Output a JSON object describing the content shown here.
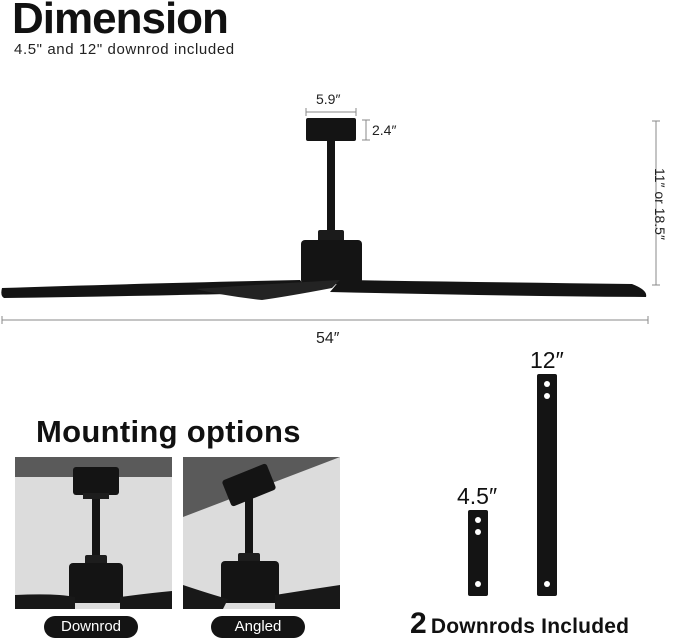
{
  "header": {
    "title": "Dimension",
    "subtitle": "4.5\" and 12\" downrod included"
  },
  "diagram": {
    "canopy_width": "5.9″",
    "canopy_height": "2.4″",
    "drop_height": "11″ or 18.5″",
    "blade_span": "54″"
  },
  "mounting": {
    "title": "Mounting options",
    "options": [
      {
        "label": "Downrod"
      },
      {
        "label": "Angled"
      }
    ]
  },
  "downrods": {
    "long_label": "12″",
    "short_label": "4.5″",
    "count": "2",
    "included_text": "Downrods Included"
  },
  "colors": {
    "fan_black": "#141414",
    "ceiling_gray": "#5a5a5a",
    "background_gray": "#dcdcdc",
    "dimension_line": "#888888"
  }
}
